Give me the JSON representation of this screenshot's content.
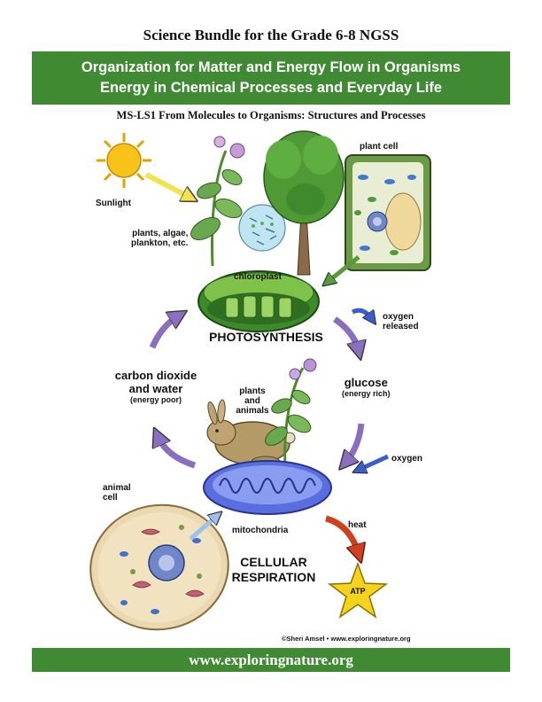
{
  "header": {
    "top_title": "Science Bundle for the Grade 6-8 NGSS",
    "banner_line1": "Organization for Matter and Energy Flow in Organisms",
    "banner_line2": "Energy in Chemical Processes and Everyday Life",
    "subtitle": "MS-LS1 From Molecules to Organisms: Structures and Processes"
  },
  "diagram": {
    "sunlight": "Sunlight",
    "plants_algae": "plants, algae,",
    "plankton": "plankton, etc.",
    "plant_cell": "plant cell",
    "chloroplast": "chloroplast",
    "oxygen_released_1": "oxygen",
    "oxygen_released_2": "released",
    "photosynthesis": "PHOTOSYNTHESIS",
    "co2_line1": "carbon dioxide",
    "co2_line2": "and water",
    "energy_poor": "(energy poor)",
    "glucose": "glucose",
    "energy_rich": "(energy rich)",
    "plants_and_1": "plants",
    "plants_and_2": "and",
    "plants_and_3": "animals",
    "oxygen": "oxygen",
    "animal_cell_1": "animal",
    "animal_cell_2": "cell",
    "mitochondria": "mitochondria",
    "heat": "heat",
    "cellular_1": "CELLULAR",
    "cellular_2": "RESPIRATION",
    "atp": "ATP",
    "credit": "©Sheri Amsel • www.exploringnature.org"
  },
  "footer": {
    "url": "www.exploringnature.org"
  },
  "colors": {
    "banner_green": "#3f8a32",
    "cycle_purple": "#8a6fc0",
    "oxygen_blue": "#3b5fc9",
    "heat_red": "#d0401f",
    "atp_yellow": "#f5d31c"
  }
}
